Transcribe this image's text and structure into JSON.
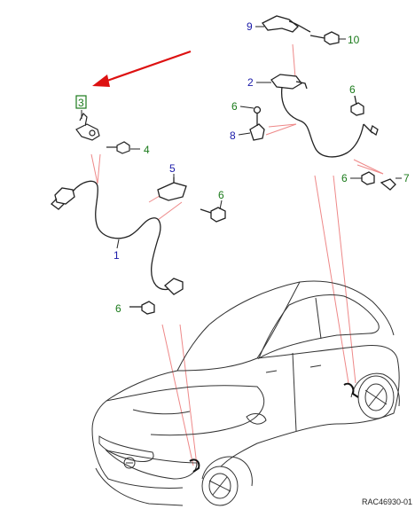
{
  "diagram": {
    "reference_code": "RAC46930-01",
    "highlighted_part": "3",
    "colors": {
      "callout_blue": "#1a1aa8",
      "callout_green": "#1a7a1a",
      "leader_red": "#e02020",
      "arrow_red": "#dd1111",
      "line_art": "#222222",
      "car_line": "#333333",
      "highlight_box": "#1a7a1a"
    },
    "callouts": [
      {
        "id": "c1",
        "label": "1",
        "color": "blue"
      },
      {
        "id": "c2",
        "label": "2",
        "color": "blue"
      },
      {
        "id": "c3",
        "label": "3",
        "color": "green",
        "boxed": true
      },
      {
        "id": "c4",
        "label": "4",
        "color": "green"
      },
      {
        "id": "c5",
        "label": "5",
        "color": "blue"
      },
      {
        "id": "c6a",
        "label": "6",
        "color": "green"
      },
      {
        "id": "c6b",
        "label": "6",
        "color": "green"
      },
      {
        "id": "c6c",
        "label": "6",
        "color": "green"
      },
      {
        "id": "c6d",
        "label": "6",
        "color": "green"
      },
      {
        "id": "c6e",
        "label": "6",
        "color": "green"
      },
      {
        "id": "c7",
        "label": "7",
        "color": "green"
      },
      {
        "id": "c8",
        "label": "8",
        "color": "blue"
      },
      {
        "id": "c9",
        "label": "9",
        "color": "blue"
      },
      {
        "id": "c10",
        "label": "10",
        "color": "green"
      }
    ]
  }
}
